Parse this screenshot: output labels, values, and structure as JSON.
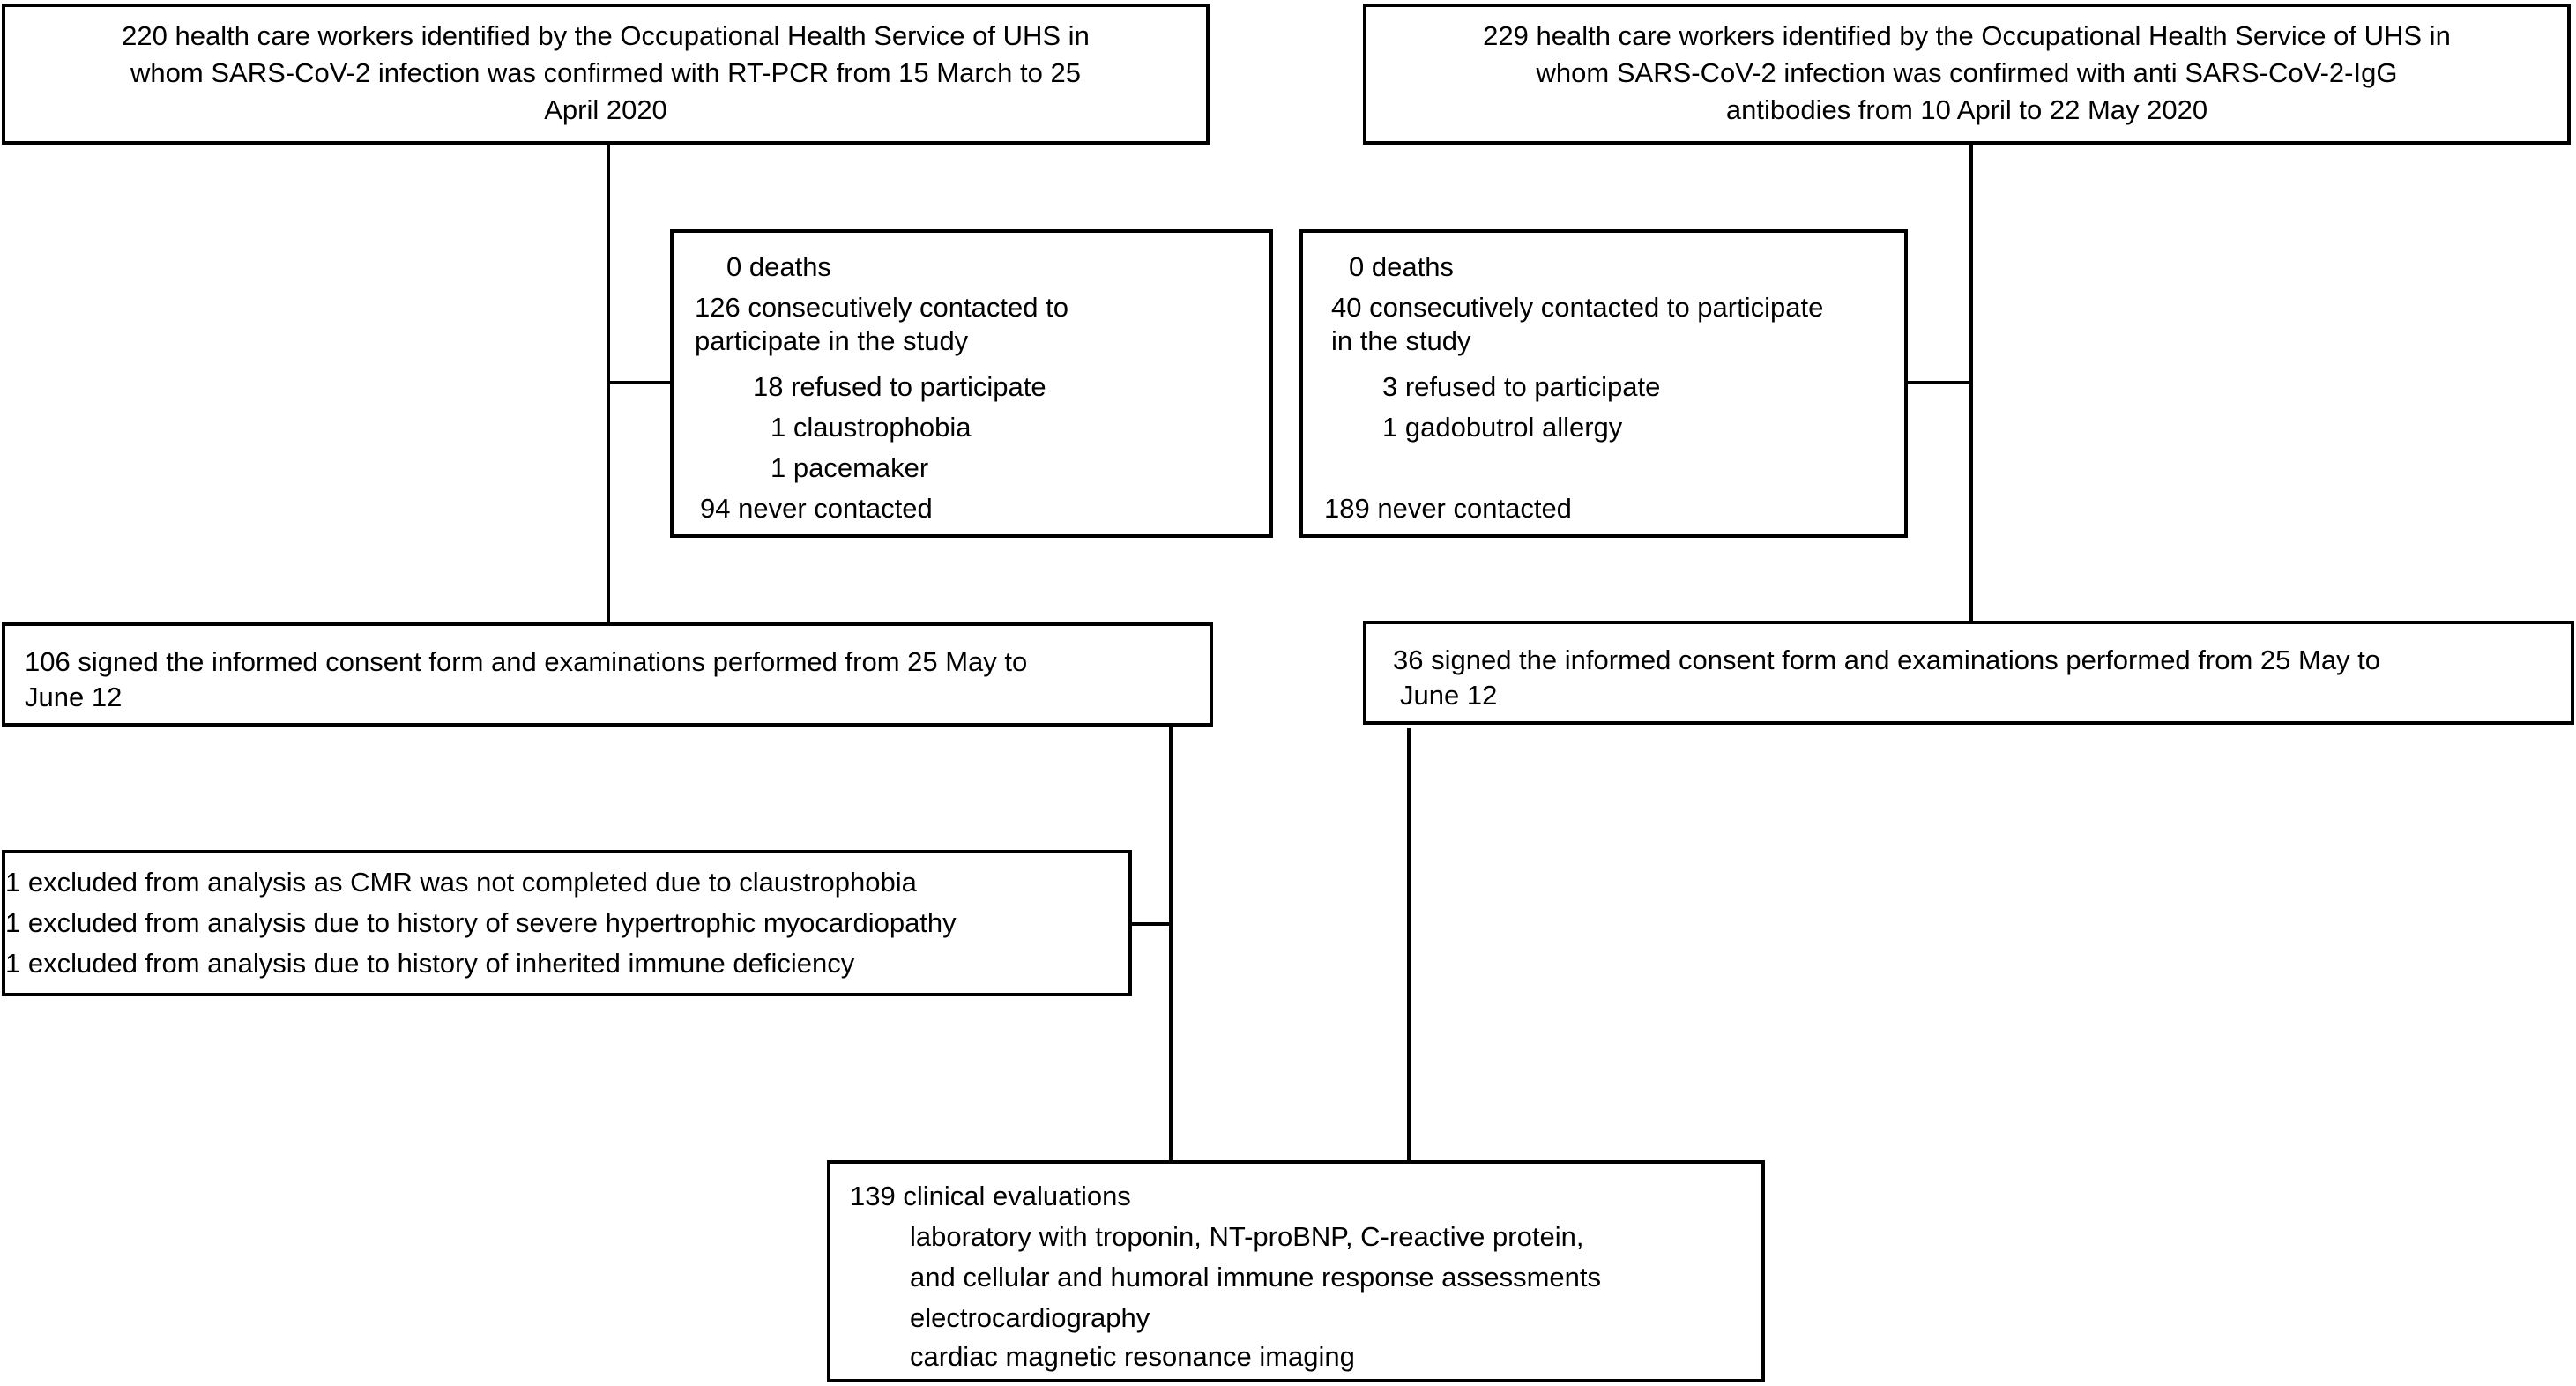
{
  "top_left": {
    "lines": [
      "220 health care workers identified by the Occupational Health Service of UHS in",
      "whom SARS-CoV-2 infection was confirmed with RT-PCR from 15 March to 25",
      "April 2020"
    ]
  },
  "top_right": {
    "lines": [
      "229 health care workers identified by the Occupational Health Service of UHS in",
      "whom SARS-CoV-2 infection was confirmed with anti SARS-CoV-2-IgG",
      "antibodies from 10 April to 22 May 2020"
    ]
  },
  "side_left": {
    "deaths": "0 deaths",
    "contacted_1": "126 consecutively contacted to",
    "contacted_2": "participate in the study",
    "refused": "18 refused to participate",
    "reason_1": "1 claustrophobia",
    "reason_2": "1 pacemaker",
    "never": "94 never contacted"
  },
  "side_right": {
    "deaths": "0 deaths",
    "contacted_1": "40 consecutively contacted to participate",
    "contacted_2": "in the study",
    "refused": "3 refused to participate",
    "reason_1": "1 gadobutrol allergy",
    "never": "189 never contacted"
  },
  "consent_left": {
    "line_1": "106 signed the informed consent form and examinations performed from 25 May to",
    "line_2": "June 12"
  },
  "consent_right": {
    "line_1": "36 signed the informed consent form and examinations performed from 25 May to",
    "line_2": "June 12"
  },
  "excluded": {
    "items": [
      "1 excluded from analysis as CMR was not completed due to claustrophobia",
      "1 excluded from analysis due to history of severe hypertrophic myocardiopathy",
      "1 excluded from analysis due to history of inherited immune deficiency"
    ]
  },
  "final": {
    "title": "139 clinical evaluations",
    "items": [
      "laboratory with troponin, NT-proBNP, C-reactive protein,",
      "and cellular and humoral immune response assessments",
      "electrocardiography",
      "cardiac magnetic resonance imaging"
    ]
  }
}
